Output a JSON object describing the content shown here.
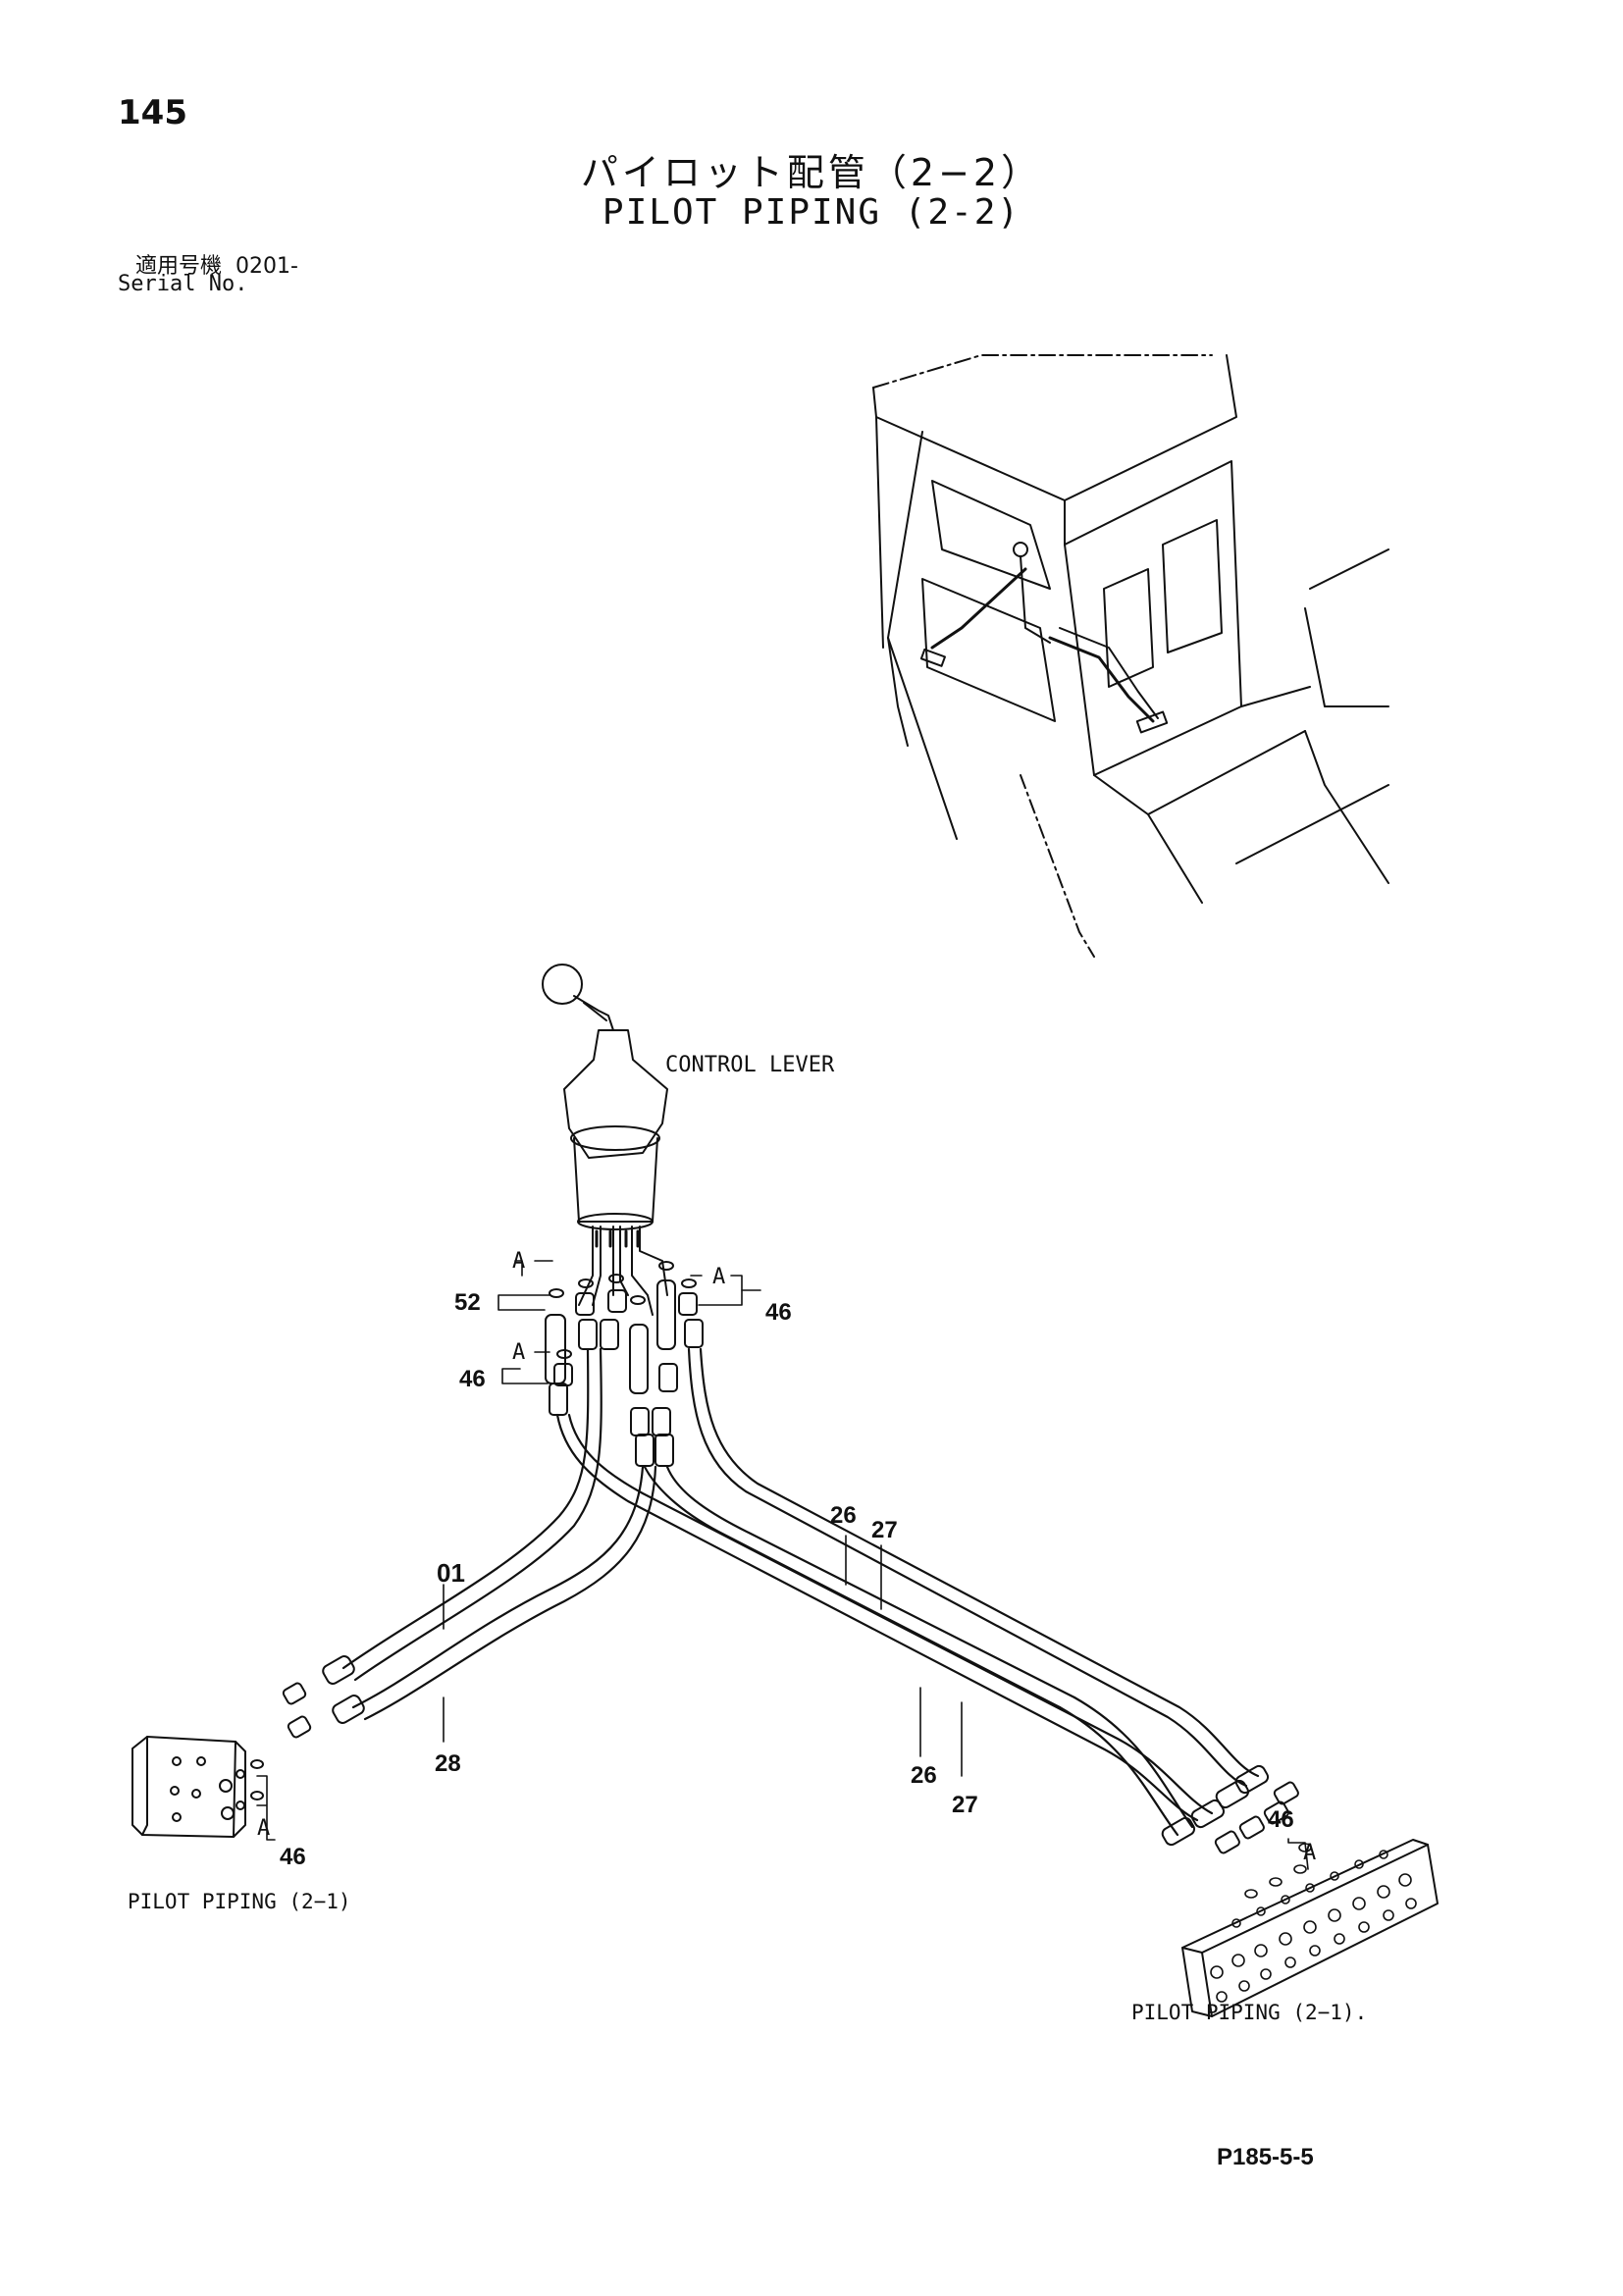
{
  "header": {
    "page_number": "145",
    "title_jp": "パイロット配管（2−2）",
    "title_en": "PILOT PIPING (2-2)",
    "serial_label_jp": "適用号機",
    "serial_range": "0201-",
    "serial_label_en": "Serial No."
  },
  "labels": {
    "control_lever": "CONTROL LEVER",
    "pilot_piping_left": "PILOT PIPING (2−1)",
    "pilot_piping_right": "PILOT PIPING (2−1)."
  },
  "callouts": {
    "p01": "01",
    "p26a": "26",
    "p27a": "27",
    "p26b": "26",
    "p27b": "27",
    "p28": "28",
    "p46_top": "46",
    "p46_mid": "46",
    "p46_left": "46",
    "p46_right": "46",
    "p52": "52",
    "detail_a": "A"
  },
  "footer": {
    "reference_code": "P185-5-5"
  }
}
